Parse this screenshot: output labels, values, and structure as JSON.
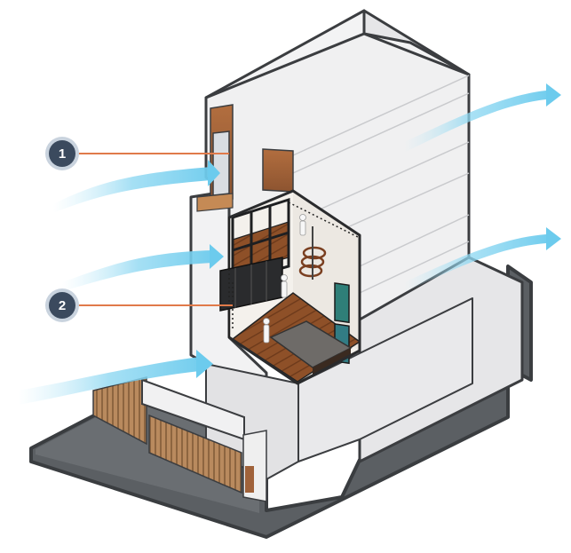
{
  "colors": {
    "ground": "#5b5f63",
    "ground_outline": "#3a3d40",
    "wall_light": "#f1f1f2",
    "wall_mid": "#e4e4e6",
    "wall_dark": "#d2d3d6",
    "outline": "#3b3d40",
    "lawn": "#a3b07a",
    "wood": "#a0623a",
    "wood_light": "#c58a55",
    "floor_wood": "#8a4f2a",
    "window_frame": "#1e1f21",
    "airflow": "#7fd3f0",
    "callout_circle": "#3b4a5e",
    "callout_ring": "#c9d3de",
    "callout_line": "#e07a4a"
  },
  "callouts": [
    {
      "number": "1"
    },
    {
      "number": "2"
    }
  ],
  "airflow_arrows": [
    {
      "side": "inlet",
      "level": "upper"
    },
    {
      "side": "inlet",
      "level": "middle"
    },
    {
      "side": "inlet",
      "level": "lower"
    },
    {
      "side": "outlet",
      "level": "upper"
    },
    {
      "side": "outlet",
      "level": "middle"
    }
  ]
}
